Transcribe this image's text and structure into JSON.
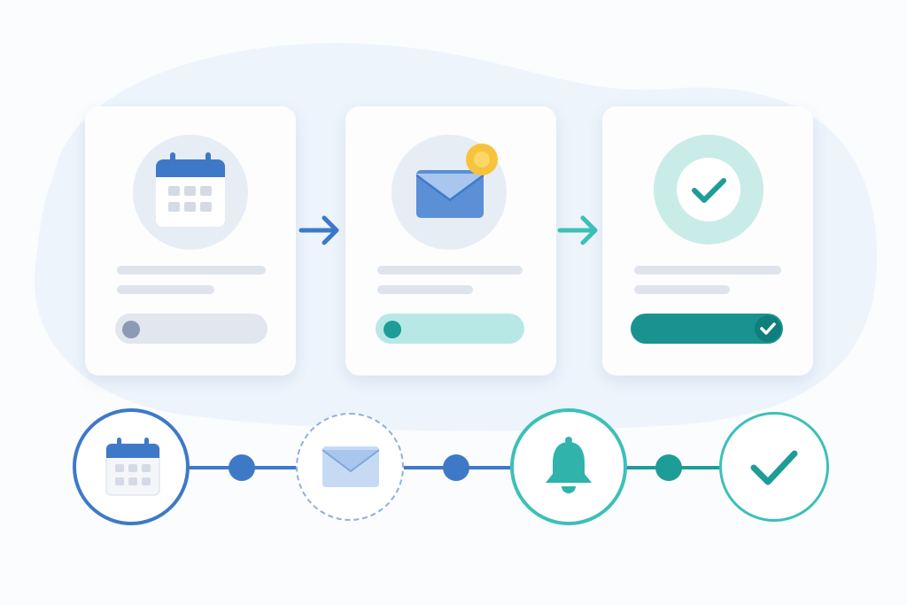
{
  "colors": {
    "blue": "#3e79c8",
    "blue_light": "#a9c6ef",
    "teal": "#1e9c98",
    "teal_light": "#b8e8e5",
    "teal_mid": "#3cc0b8",
    "gray_track": "#e2e6ee",
    "gray_knob": "#8c9bb3",
    "accent_yellow": "#f7c33a"
  },
  "cards": [
    {
      "icon": "calendar-icon",
      "toggle_state": "off"
    },
    {
      "icon": "envelope-icon",
      "badge": "notification-dot",
      "toggle_state": "partial"
    },
    {
      "icon": "checkmark-icon",
      "toggle_state": "on"
    }
  ],
  "timeline_steps": [
    {
      "icon": "calendar-icon",
      "status": "active"
    },
    {
      "icon": "envelope-icon",
      "status": "pending"
    },
    {
      "icon": "bell-icon",
      "status": "active"
    },
    {
      "icon": "checkmark-icon",
      "status": "complete"
    }
  ]
}
